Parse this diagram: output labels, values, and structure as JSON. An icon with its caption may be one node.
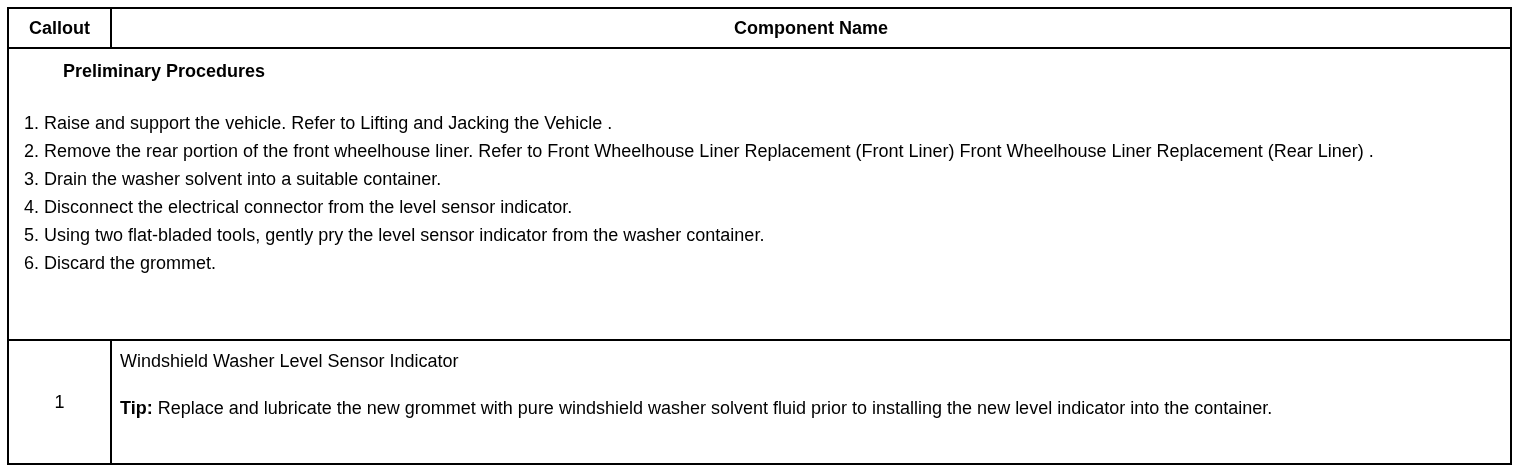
{
  "diagram": {
    "labels": [
      "Callout",
      "Component Name",
      "Preliminary Procedures",
      "1. Raise and support the vehicle. Refer to Lifting and Jacking the Vehicle .",
      "2. Remove the rear portion of the front wheelhouse liner. Refer to Front Wheelhouse Liner Replacement (Front Liner) Front Wheelhouse Liner Replacement (Rear Liner) .",
      "3. Drain the washer solvent into a suitable container.",
      "4. Disconnect the electrical connector from the level sensor indicator.",
      "5. Using two flat-bladed tools, gently pry the level sensor indicator from the washer container.",
      "6. Discard the grommet.",
      "1",
      "Windshield Washer Level Sensor Indicator",
      "**Tip:** Replace and lubricate the new grommet with pure windshield washer solvent fluid prior to installing the new level indicator into the container."
    ]
  }
}
